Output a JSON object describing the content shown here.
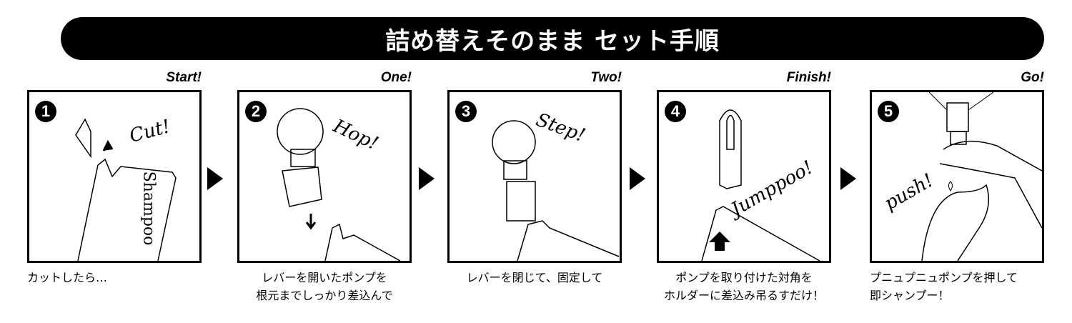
{
  "title": "詰め替えそのまま セット手順",
  "steps": [
    {
      "number": "1",
      "tag": "Start!",
      "script": "Cut!",
      "label": "Shampoo",
      "caption": [
        "カットしたら…"
      ]
    },
    {
      "number": "2",
      "tag": "One!",
      "script": "Hop!",
      "caption": [
        "レバーを開いたポンプを",
        "根元までしっかり差込んで"
      ]
    },
    {
      "number": "3",
      "tag": "Two!",
      "script": "Step!",
      "caption": [
        "レバーを閉じて、固定して"
      ]
    },
    {
      "number": "4",
      "tag": "Finish!",
      "script": "Jumppoo!",
      "caption": [
        "ポンプを取り付けた対角を",
        "ホルダーに差込み吊るすだけ！"
      ]
    },
    {
      "number": "5",
      "tag": "Go!",
      "script": "push!",
      "caption": [
        "プニュプニュポンプを押して",
        "即シャンプー！"
      ]
    }
  ]
}
